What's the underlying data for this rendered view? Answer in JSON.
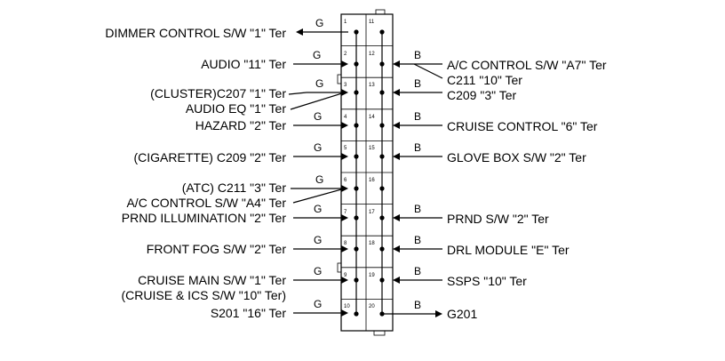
{
  "left_labels": [
    {
      "text": "DIMMER CONTROL S/W \"1\" Ter",
      "wire": "G",
      "pin": "1"
    },
    {
      "text": "AUDIO \"11\" Ter",
      "wire": "G",
      "pin": "2"
    },
    {
      "text": "(CLUSTER)C207 \"1\" Ter",
      "wire": "G",
      "pin": "3"
    },
    {
      "text": "AUDIO EQ \"1\" Ter",
      "wire": "",
      "pin": "3"
    },
    {
      "text": "HAZARD \"2\" Ter",
      "wire": "G",
      "pin": "4"
    },
    {
      "text": "(CIGARETTE) C209 \"2\" Ter",
      "wire": "G",
      "pin": "5"
    },
    {
      "text": "(ATC) C211 \"3\" Ter",
      "wire": "G",
      "pin": "6"
    },
    {
      "text": "A/C CONTROL S/W \"A4\" Ter",
      "wire": "",
      "pin": "6"
    },
    {
      "text": "PRND ILLUMINATION \"2\" Ter",
      "wire": "G",
      "pin": "7"
    },
    {
      "text": "FRONT FOG S/W \"2\" Ter",
      "wire": "G",
      "pin": "8"
    },
    {
      "text": "CRUISE MAIN S/W \"1\" Ter",
      "wire": "G",
      "pin": "9"
    },
    {
      "text": "(CRUISE & ICS S/W \"10\" Ter)",
      "wire": "",
      "pin": "9"
    },
    {
      "text": "S201 \"16\" Ter",
      "wire": "G",
      "pin": "10"
    }
  ],
  "right_labels": [
    {
      "text": "A/C CONTROL S/W \"A7\" Ter",
      "wire": "B",
      "pin": "12"
    },
    {
      "text": "C211 \"10\" Ter",
      "wire": "",
      "pin": "12"
    },
    {
      "text": "C209 \"3\" Ter",
      "wire": "B",
      "pin": "13"
    },
    {
      "text": "CRUISE CONTROL \"6\" Ter",
      "wire": "B",
      "pin": "14"
    },
    {
      "text": "GLOVE BOX S/W \"2\" Ter",
      "wire": "B",
      "pin": "15"
    },
    {
      "text": "PRND S/W \"2\" Ter",
      "wire": "B",
      "pin": "17"
    },
    {
      "text": "DRL MODULE \"E\" Ter",
      "wire": "B",
      "pin": "18"
    },
    {
      "text": "SSPS \"10\" Ter",
      "wire": "B",
      "pin": "19"
    },
    {
      "text": "G201",
      "wire": "B",
      "pin": "20"
    }
  ],
  "pins_left": [
    "1",
    "2",
    "3",
    "4",
    "5",
    "6",
    "7",
    "8",
    "9",
    "10"
  ],
  "pins_right": [
    "11",
    "12",
    "13",
    "14",
    "15",
    "16",
    "17",
    "18",
    "19",
    "20"
  ]
}
